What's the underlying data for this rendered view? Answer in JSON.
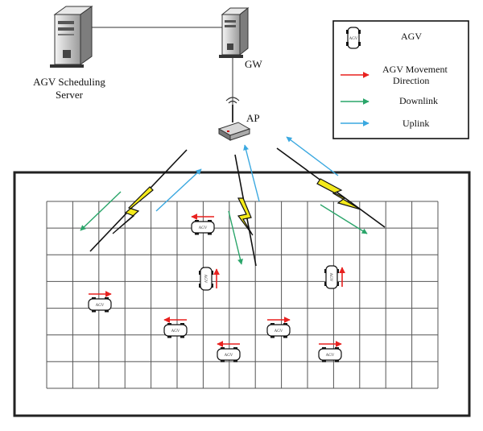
{
  "server": {
    "label_line1": "AGV Scheduling",
    "label_line2": "Server"
  },
  "gateway": {
    "label": "GW"
  },
  "access_point": {
    "label": "AP"
  },
  "legend": {
    "items": [
      {
        "icon": "agv-icon",
        "label": "AGV"
      },
      {
        "icon": "red-arrow-icon",
        "label_line1": "AGV Movement",
        "label_line2": "Direction"
      },
      {
        "icon": "green-arrow-icon",
        "label": "Downlink"
      },
      {
        "icon": "blue-arrow-icon",
        "label": "Uplink"
      }
    ]
  },
  "agvs": [
    {
      "label": "AGV",
      "orientation": "horizontal",
      "direction": "left"
    },
    {
      "label": "AGV",
      "orientation": "vertical",
      "direction": "up"
    },
    {
      "label": "AGV",
      "orientation": "vertical",
      "direction": "up"
    },
    {
      "label": "AGV",
      "orientation": "horizontal",
      "direction": "right"
    },
    {
      "label": "AGV",
      "orientation": "horizontal",
      "direction": "left"
    },
    {
      "label": "AGV",
      "orientation": "horizontal",
      "direction": "right"
    },
    {
      "label": "AGV",
      "orientation": "horizontal",
      "direction": "left"
    },
    {
      "label": "AGV",
      "orientation": "horizontal",
      "direction": "right"
    }
  ],
  "colors": {
    "movement": "#e8211f",
    "downlink": "#2aa56a",
    "uplink": "#3aa8e0",
    "lightning": "#f4ea1b",
    "grid": "#555555",
    "frame": "#222222"
  }
}
